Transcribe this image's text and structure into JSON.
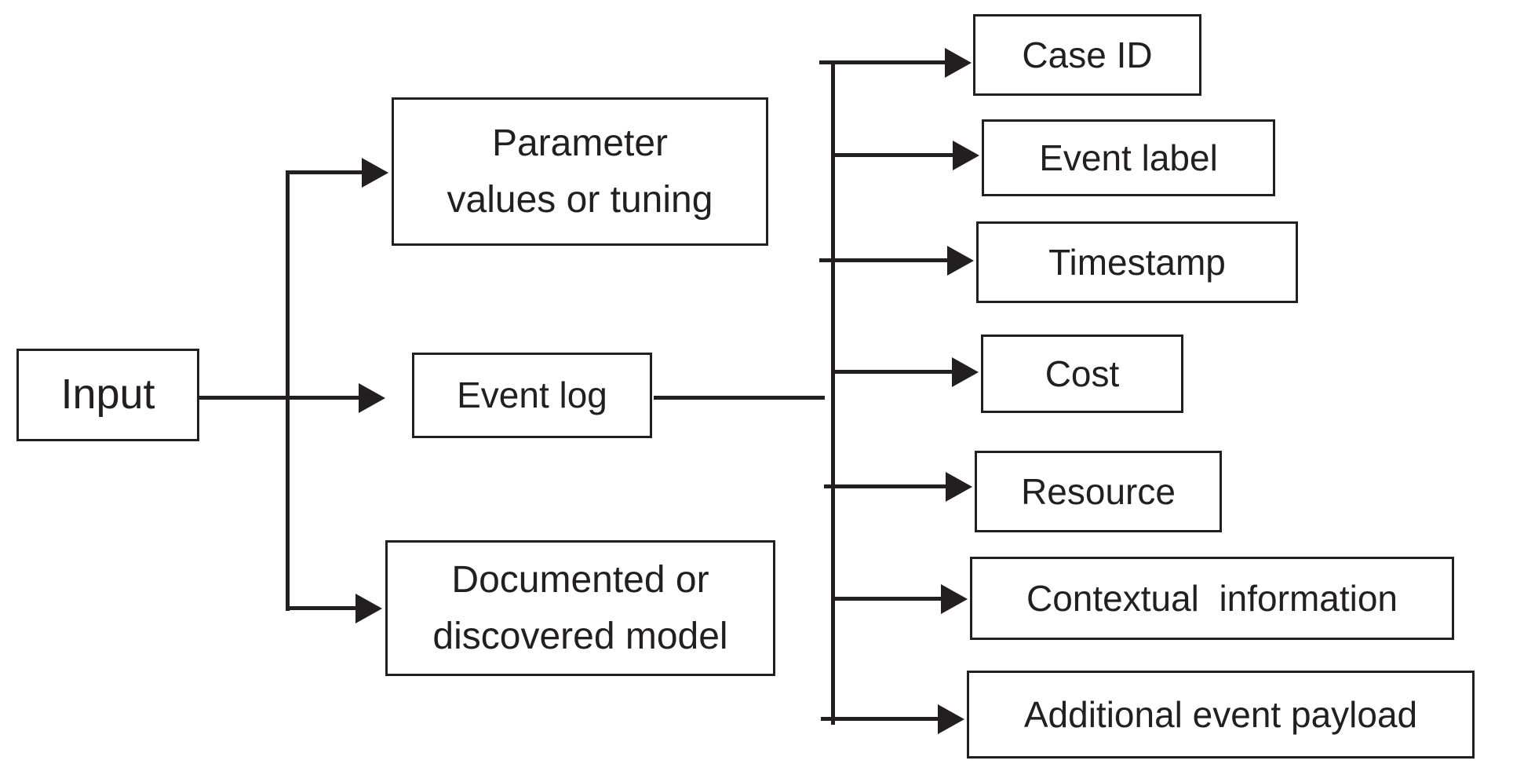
{
  "diagram": {
    "nodes": {
      "input": {
        "label": "Input"
      },
      "parameter_values": {
        "label": "Parameter\nvalues or tuning"
      },
      "event_log": {
        "label": "Event log"
      },
      "documented_model": {
        "label": "Documented or\ndiscovered model"
      },
      "case_id": {
        "label": "Case ID"
      },
      "event_label": {
        "label": "Event label"
      },
      "timestamp": {
        "label": "Timestamp"
      },
      "cost": {
        "label": "Cost"
      },
      "resource": {
        "label": "Resource"
      },
      "contextual_information": {
        "label": "Contextual  information"
      },
      "additional_event_payload": {
        "label": "Additional event payload"
      }
    },
    "edges": [
      {
        "from": "input",
        "to": "parameter_values"
      },
      {
        "from": "input",
        "to": "event_log"
      },
      {
        "from": "input",
        "to": "documented_model"
      },
      {
        "from": "event_log",
        "to": "case_id"
      },
      {
        "from": "event_log",
        "to": "event_label"
      },
      {
        "from": "event_log",
        "to": "timestamp"
      },
      {
        "from": "event_log",
        "to": "cost"
      },
      {
        "from": "event_log",
        "to": "resource"
      },
      {
        "from": "event_log",
        "to": "contextual_information"
      },
      {
        "from": "event_log",
        "to": "additional_event_payload"
      }
    ]
  },
  "colors": {
    "line": "#231f20",
    "box_border": "#231f20",
    "text": "#231f20",
    "background": "#ffffff"
  }
}
